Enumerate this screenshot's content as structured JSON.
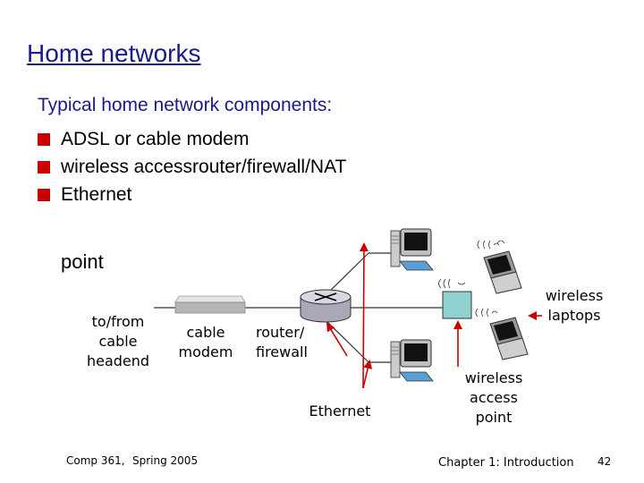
{
  "title": "Home networks",
  "intro": "Typical home network components:",
  "bullets": [
    "ADSL or cable modem",
    "wireless accessrouter/firewall/NAT",
    "Ethernet"
  ],
  "stray_text": "point",
  "diagram": {
    "headend_label": "to/from cable headend",
    "modem_label": "cable modem",
    "router_label": "router/ firewall",
    "ethernet_label": "Ethernet",
    "access_point_label": "wireless access point",
    "laptops_label": "wireless laptops"
  },
  "footer": {
    "course": "Comp 361,",
    "term": "Spring 2005",
    "chapter": "Chapter 1: Introduction",
    "page": "42"
  },
  "colors": {
    "title": "#1a1a8c",
    "bullet": "#cc0000",
    "arrow": "#cc0000"
  }
}
